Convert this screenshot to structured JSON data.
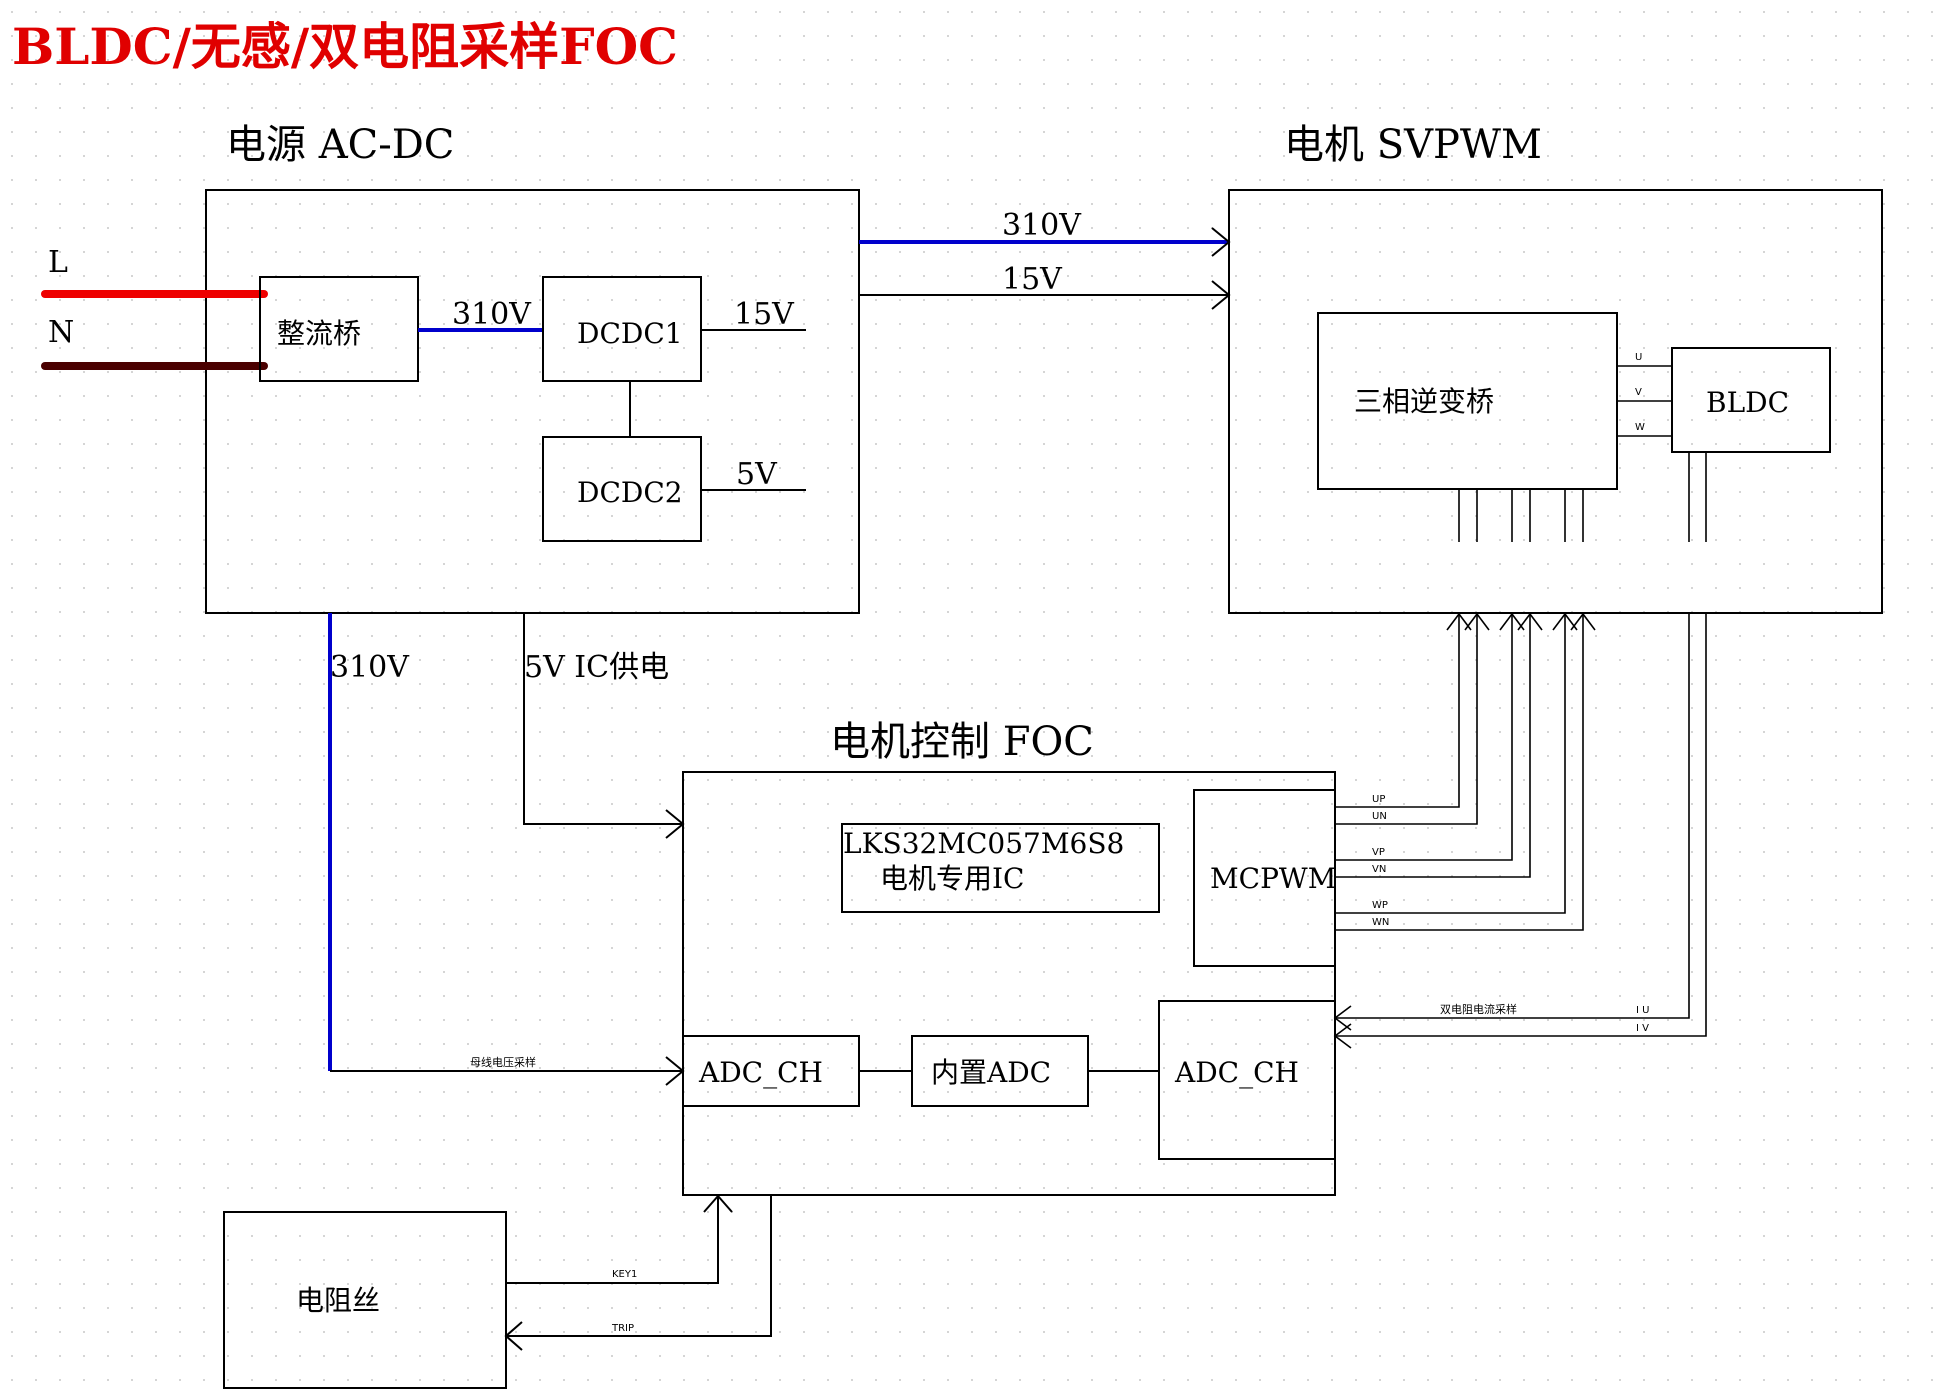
{
  "title": "BLDC/无感/双电阻采样FOC",
  "sections": {
    "power": "电源 AC-DC",
    "motor": "电机 SVPWM",
    "foc": "电机控制 FOC"
  },
  "power_block": {
    "line_l": "L",
    "line_n": "N",
    "rectifier": "整流桥",
    "rect_out": "310V",
    "dcdc1": "DCDC1",
    "dcdc1_out": "15V",
    "dcdc2": "DCDC2",
    "dcdc2_out": "5V"
  },
  "links": {
    "to_motor_310": "310V",
    "to_motor_15": "15V",
    "bus_310": "310V",
    "ic_supply": "5V IC供电",
    "bus_voltage_sample": "母线电压采样",
    "dual_res_current": "双电阻电流采样",
    "iu": "I U",
    "iv": "I V",
    "key1": "KEY1",
    "trip": "TRIP"
  },
  "motor_block": {
    "inverter": "三相逆变桥",
    "bldc": "BLDC",
    "phase_u": "U",
    "phase_v": "V",
    "phase_w": "W"
  },
  "foc_block": {
    "ic_line1": "LKS32MC057M6S8",
    "ic_line2": "电机专用IC",
    "mcpwm": "MCPWM",
    "adc_left": "ADC_CH",
    "adc_internal": "内置ADC",
    "adc_right": "ADC_CH",
    "pwm_up": "UP",
    "pwm_un": "UN",
    "pwm_vp": "VP",
    "pwm_vn": "VN",
    "pwm_wp": "WP",
    "pwm_wn": "WN"
  },
  "heater": "电阻丝",
  "colors": {
    "title": "#e00000",
    "line_l": "#ee0000",
    "line_n": "#4a0000",
    "bus": "#0000cc"
  }
}
